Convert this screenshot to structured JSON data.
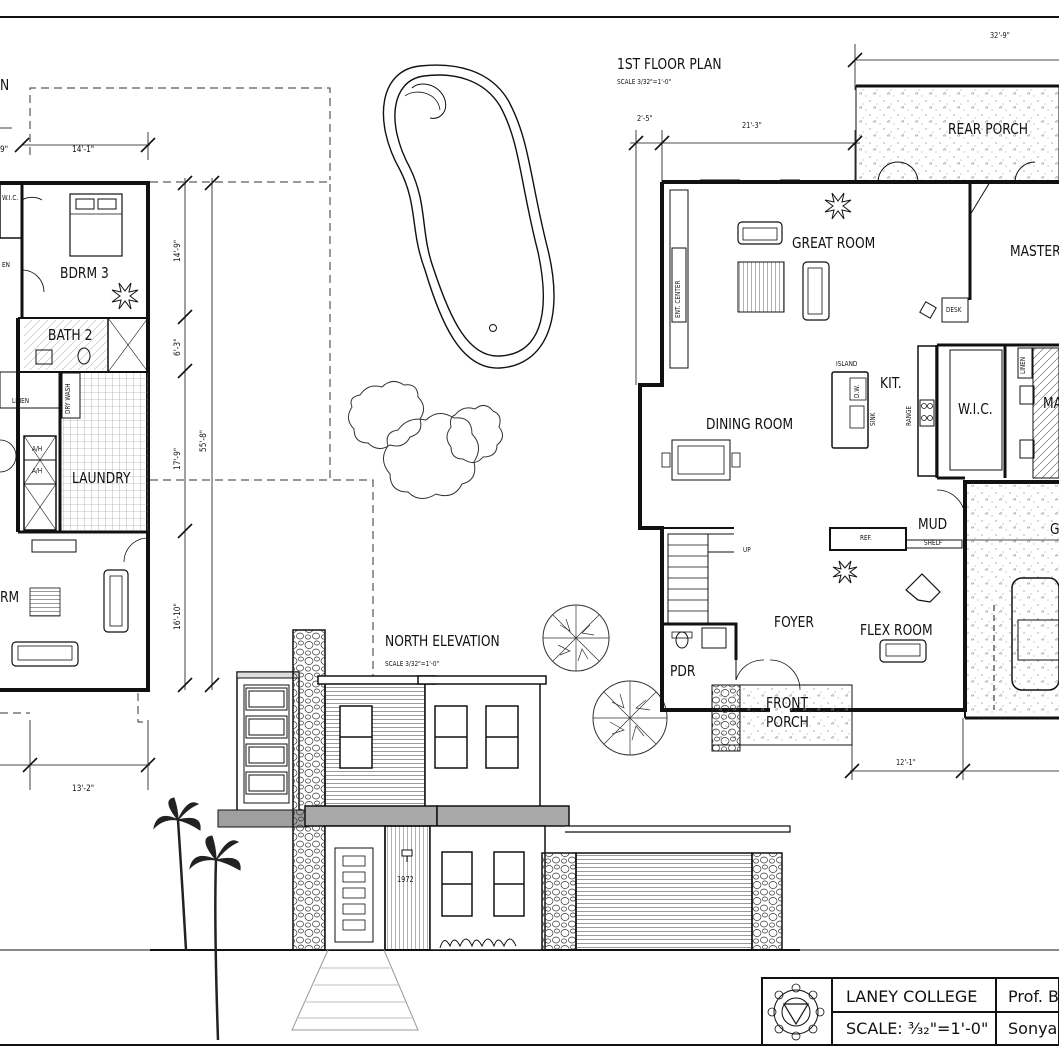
{
  "left_plan": {
    "title_fragment": "N",
    "dims": {
      "d1": "14'-1\"",
      "d2": "9\"",
      "d3": "14'-9\"",
      "d4": "6'-3\"",
      "d5": "17'-9\"",
      "d6": "55'-8\"",
      "d7": "16'-10\"",
      "d8": "13'-2\""
    },
    "rooms": {
      "wic": "W.I.C.",
      "bdrm3": "BDRM  3",
      "bath2": "BATH  2",
      "linen": "LINEN",
      "en": "EN",
      "laundry": "LAUNDRY",
      "dry_wash": "DRY  WASH",
      "ah1": "A/H",
      "ah2": "A/H",
      "rm": "RM"
    }
  },
  "first_floor": {
    "title": "1ST  FLOOR  PLAN",
    "scale": "SCALE  3/32\"=1'-0\"",
    "dims": {
      "top": "32'-9\"",
      "w1": "2'-5\"",
      "w2": "21'-3\"",
      "bottom": "12'-1\""
    },
    "rooms": {
      "rear_porch": "REAR  PORCH",
      "great_room": "GREAT  ROOM",
      "master": "MASTER",
      "ent_center": "ENT. CENTER",
      "desk": "DESK",
      "island": "ISLAND",
      "dw": "D.W.",
      "sink": "SINK",
      "kit": "KIT.",
      "range": "RANGE",
      "wic": "W.I.C.",
      "linen": "LINEN",
      "ma": "MA",
      "dining_room": "DINING  ROOM",
      "mud": "MUD",
      "ref": "REF.",
      "shelf": "SHELF",
      "up": "UP",
      "foyer": "FOYER",
      "flex_room": "FLEX  ROOM",
      "pdr": "PDR",
      "front_porch_1": "FRONT",
      "front_porch_2": "PORCH",
      "garage_frag": "G"
    }
  },
  "elevation": {
    "title": "NORTH  ELEVATION",
    "scale": "SCALE  3/32\"=1'-0\"",
    "house_number": "1972"
  },
  "title_block": {
    "school": "LANEY  COLLEGE",
    "scale_label": "SCALE:  ³⁄₃₂\"=1'-0\"",
    "prof": "Prof.  B",
    "student": "Sonya"
  },
  "colors": {
    "line": "#111111",
    "hatch": "#bbbbbb",
    "roof": "#a9a9a9",
    "tile": "#9a9a9a"
  }
}
